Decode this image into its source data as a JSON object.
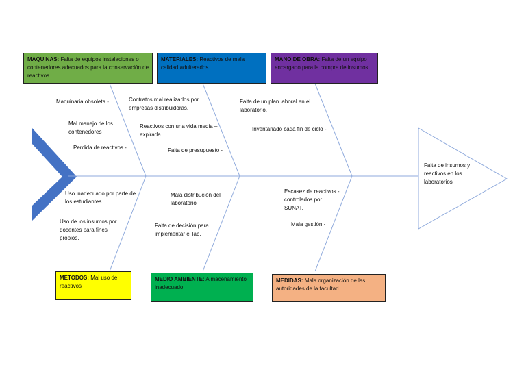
{
  "categories": {
    "maquinas": {
      "head": "MAQUINAS:",
      "text": "Falta de equipos instalaciones o contenedores adecuados para la conservación de reactivos.",
      "color": "#70ad47"
    },
    "materiales": {
      "head": "MATERIALES:",
      "text": "Reactivos de mala calidad adulterados.",
      "color": "#0070c0"
    },
    "mano_obra": {
      "head": "MANO DE OBRA:",
      "text": "Falta de un equipo encargado para la compra de insumos.",
      "color": "#7030a0"
    },
    "metodos": {
      "head": "METODOS:",
      "text": "Mal uso de reactivos",
      "color": "#ffff00"
    },
    "medio": {
      "head": "MEDIO AMBIENTE:",
      "text": "Almacenamiento inadecuado",
      "color": "#00b050"
    },
    "medidas": {
      "head": "MEDIDAS:",
      "text": "Mala organización de las autoridades de la facultad",
      "color": "#f4b183"
    }
  },
  "causes": {
    "maq1": "Maquinaria obsoleta -",
    "maq2": "Mal manejo de los contenedores",
    "maq3": "Perdida de reactivos -",
    "mat1": "Contratos mal realizados por empresas distribuidoras.",
    "mat2": "Reactivos con una vida media – expirada.",
    "mat3": "Falta de presupuesto -",
    "mo1": "Falta de un plan laboral en el laboratorio.",
    "mo2": "Inventariado cada fin de ciclo -",
    "met1": "Uso inadecuado por parte de los estudiantes.",
    "met2": "Uso de los insumos por docentes para fines propios.",
    "amb1": "Mala distribución del laboratorio",
    "amb2": "Falta de decisión para implementar el lab.",
    "med1": "Escasez de reactivos - controlados por SUNAT.",
    "med2": "Mala gestión -"
  },
  "effect": "Falta de insumos y reactivos en los laboratorios"
}
